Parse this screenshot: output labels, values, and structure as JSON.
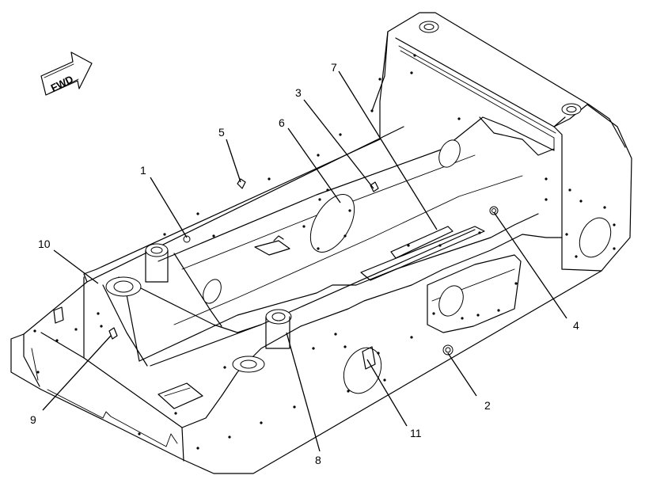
{
  "direction_arrow": {
    "label": "FWD",
    "icon": "forward-arrow-icon"
  },
  "callouts": [
    {
      "id": "1",
      "label": "1"
    },
    {
      "id": "2",
      "label": "2"
    },
    {
      "id": "3",
      "label": "3"
    },
    {
      "id": "4",
      "label": "4"
    },
    {
      "id": "5",
      "label": "5"
    },
    {
      "id": "6",
      "label": "6"
    },
    {
      "id": "7",
      "label": "7"
    },
    {
      "id": "8",
      "label": "8"
    },
    {
      "id": "9",
      "label": "9"
    },
    {
      "id": "10",
      "label": "10"
    },
    {
      "id": "11",
      "label": "11"
    }
  ]
}
